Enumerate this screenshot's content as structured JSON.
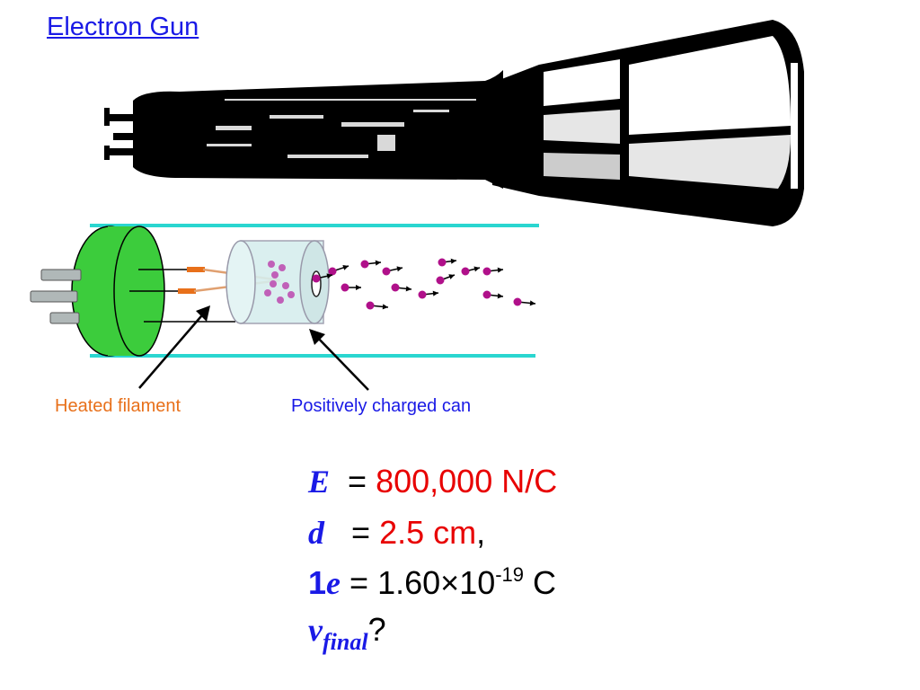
{
  "title": "Electron Gun",
  "labels": {
    "filament": "Heated filament",
    "can": "Positively charged can"
  },
  "equations": {
    "e_field": {
      "symbol": "E",
      "equals": "=",
      "value": "800,000 N/C"
    },
    "distance": {
      "symbol": "d",
      "equals": "=",
      "value": "2.5 cm",
      "trail": ","
    },
    "charge": {
      "coef": "1",
      "symbol": "e",
      "equals": "=",
      "mantissa": "1.60",
      "times": "×",
      "base": "10",
      "exponent": "-19",
      "unit": "C"
    },
    "velocity": {
      "symbol": "v",
      "subscript": "final",
      "question": "?"
    }
  },
  "colors": {
    "accent_blue": "#1a1ae6",
    "value_red": "#e80000",
    "filament_orange": "#e8701a",
    "plug_green": "#3ccc3c",
    "rail_cyan": "#2ad6d0",
    "electron_magenta": "#b0108a"
  }
}
